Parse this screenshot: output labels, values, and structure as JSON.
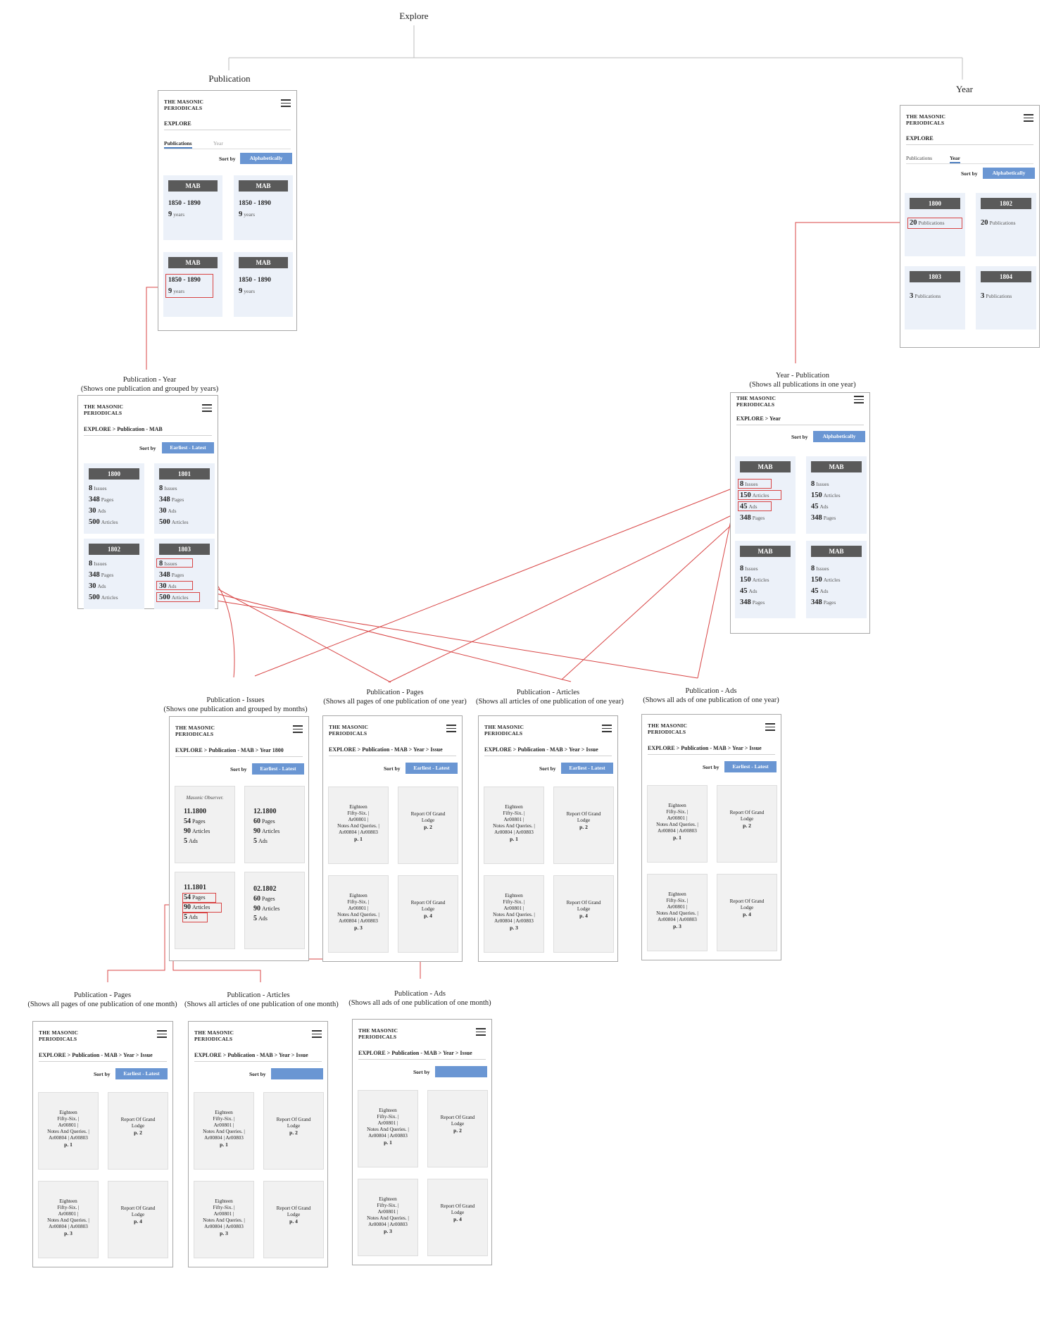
{
  "title": "Explore",
  "colors": {
    "accent": "#6a96d3",
    "badge": "#5a5a5a",
    "card": "#ecf1f9",
    "highlight": "#d84444",
    "connector": "#bdbdbd"
  },
  "common": {
    "brand_line1": "THE MASONIC",
    "brand_line2": "PERIODICALS",
    "sort_by": "Sort by",
    "menu_icon": "hamburger-icon"
  },
  "publication": {
    "label": "Publication",
    "crumb": "EXPLORE",
    "tab_publications": "Publications",
    "tab_year": "Year",
    "sort_value": "Alphabetically",
    "cards": [
      {
        "name": "MAB",
        "range": "1850 - 1890",
        "years": "9",
        "unit": "years"
      },
      {
        "name": "MAB",
        "range": "1850 - 1890",
        "years": "9",
        "unit": "years"
      },
      {
        "name": "MAB",
        "range": "1850 - 1890",
        "years": "9",
        "unit": "years"
      },
      {
        "name": "MAB",
        "range": "1850 - 1890",
        "years": "9",
        "unit": "years"
      }
    ]
  },
  "year": {
    "label": "Year",
    "crumb": "EXPLORE",
    "tab_publications": "Publications",
    "tab_year": "Year",
    "sort_value": "Alphabetically",
    "cards": [
      {
        "year": "1800",
        "count": "20",
        "unit": "Publications"
      },
      {
        "year": "1802",
        "count": "20",
        "unit": "Publications"
      },
      {
        "year": "1803",
        "count": "3",
        "unit": "Publications"
      },
      {
        "year": "1804",
        "count": "3",
        "unit": "Publications"
      }
    ]
  },
  "pub_year": {
    "label_line1": "Publication - Year",
    "label_line2": "(Shows one publication and grouped by years)",
    "crumb": "EXPLORE > Publication - MAB",
    "sort_value": "Earliest - Latest",
    "cards": [
      {
        "year": "1800",
        "issues": "8",
        "pages": "348",
        "ads": "30",
        "articles": "500"
      },
      {
        "year": "1801",
        "issues": "8",
        "pages": "348",
        "ads": "30",
        "articles": "500"
      },
      {
        "year": "1802",
        "issues": "8",
        "pages": "348",
        "ads": "30",
        "articles": "500"
      },
      {
        "year": "1803",
        "issues": "8",
        "pages": "348",
        "ads": "30",
        "articles": "500"
      }
    ],
    "u_issues": "Issues",
    "u_pages": "Pages",
    "u_ads": "Ads",
    "u_articles": "Articles"
  },
  "year_pub": {
    "label_line1": "Year - Publication",
    "label_line2": "(Shows all publications in one year)",
    "crumb": "EXPLORE > Year",
    "sort_value": "Alphabetically",
    "cards": [
      {
        "name": "MAB",
        "a": "8",
        "ua": "Issues",
        "b": "150",
        "ub": "Articles",
        "c": "45",
        "uc": "Ads",
        "d": "348",
        "ud": "Pages"
      },
      {
        "name": "MAB",
        "a": "8",
        "ua": "Issues",
        "b": "150",
        "ub": "Articles",
        "c": "45",
        "uc": "Ads",
        "d": "348",
        "ud": "Pages"
      },
      {
        "name": "MAB",
        "a": "8",
        "ua": "Issues",
        "b": "150",
        "ub": "Articles",
        "c": "45",
        "uc": "Ads",
        "d": "348",
        "ud": "Pages"
      },
      {
        "name": "MAB",
        "a": "8",
        "ua": "Issues",
        "b": "150",
        "ub": "Articles",
        "c": "45",
        "uc": "Ads",
        "d": "348",
        "ud": "Pages"
      }
    ]
  },
  "pub_issues": {
    "label_line1": "Publication - Issues",
    "label_line2": "(Shows one publication and grouped by months)",
    "crumb": "EXPLORE > Publication - MAB > Year 1800",
    "sort_value": "Earliest - Latest",
    "cards": [
      {
        "date": "11.1800",
        "pages": "54",
        "articles": "90",
        "ads": "5"
      },
      {
        "date": "12.1800",
        "pages": "60",
        "articles": "90",
        "ads": "5"
      },
      {
        "date": "11.1801",
        "pages": "54",
        "articles": "90",
        "ads": "5"
      },
      {
        "date": "02.1802",
        "pages": "60",
        "articles": "90",
        "ads": "5"
      }
    ],
    "u_pages": "Pages",
    "u_articles": "Articles",
    "u_ads": "Ads",
    "masthead": "Masonic Observer."
  },
  "doc_cards": {
    "left": [
      "Eighteen",
      "Fifty-Six. |",
      "Ar00801 |",
      "Notes And Queries. |",
      "Ar00804 | Ar00803"
    ],
    "right": [
      "Report Of Grand",
      "Lodge"
    ],
    "pages": [
      "p. 1",
      "p. 2",
      "p. 3",
      "p. 4"
    ]
  },
  "screens_mid": [
    {
      "label_line1": "Publication - Pages",
      "label_line2": "(Shows all pages of one publication of one year)",
      "crumb": "EXPLORE > Publication - MAB > Year > Issue",
      "sort_value": "Earliest - Latest"
    },
    {
      "label_line1": "Publication - Articles",
      "label_line2": "(Shows all articles of one publication of one year)",
      "crumb": "EXPLORE > Publication - MAB > Year > Issue",
      "sort_value": "Earliest - Latest"
    },
    {
      "label_line1": "Publication - Ads",
      "label_line2": "(Shows all ads of one publication of one year)",
      "crumb": "EXPLORE > Publication - MAB > Year > Issue",
      "sort_value": "Earliest - Latest"
    }
  ],
  "screens_bottom": [
    {
      "label_line1": "Publication - Pages",
      "label_line2": "(Shows all pages of one publication of one month)",
      "crumb": "EXPLORE > Publication - MAB > Year > Issue",
      "sort_value": "Earliest - Latest"
    },
    {
      "label_line1": "Publication - Articles",
      "label_line2": "(Shows all articles of one publication of one month)",
      "crumb": "EXPLORE > Publication - MAB > Year > Issue",
      "sort_value": ""
    },
    {
      "label_line1": "Publication - Ads",
      "label_line2": "(Shows all ads of one publication of one month)",
      "crumb": "EXPLORE > Publication - MAB > Year > Issue",
      "sort_value": ""
    }
  ]
}
